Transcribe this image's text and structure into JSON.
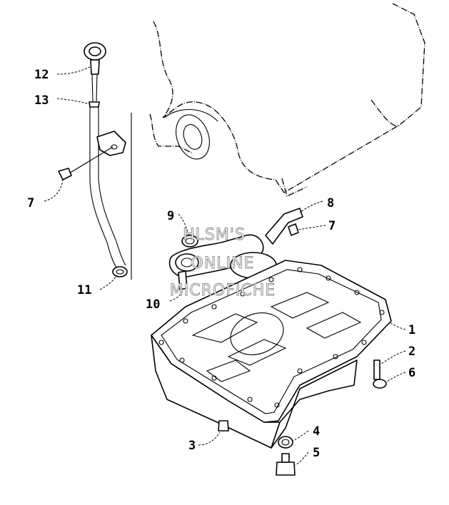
{
  "watermark": {
    "lines": [
      "HLSM'S",
      "ONLINE",
      "MICROFICHE"
    ]
  },
  "callouts": [
    {
      "id": "1",
      "label": "1"
    },
    {
      "id": "2",
      "label": "2"
    },
    {
      "id": "3",
      "label": "3"
    },
    {
      "id": "4",
      "label": "4"
    },
    {
      "id": "5",
      "label": "5"
    },
    {
      "id": "6",
      "label": "6"
    },
    {
      "id": "7a",
      "label": "7"
    },
    {
      "id": "7b",
      "label": "7"
    },
    {
      "id": "8",
      "label": "8"
    },
    {
      "id": "9",
      "label": "9"
    },
    {
      "id": "10",
      "label": "10"
    },
    {
      "id": "11",
      "label": "11"
    },
    {
      "id": "12",
      "label": "12"
    },
    {
      "id": "13",
      "label": "13"
    }
  ]
}
